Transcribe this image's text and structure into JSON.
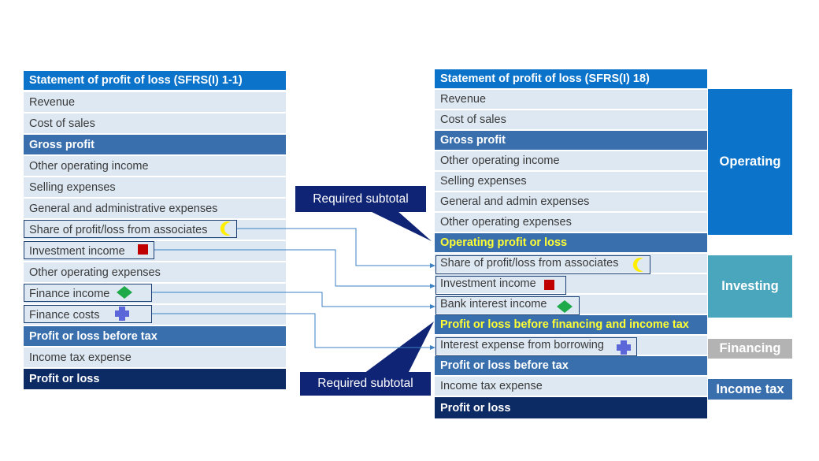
{
  "left_table": {
    "header": "Statement of profit of loss (SFRS(I) 1-1)",
    "rows": [
      "Revenue",
      "Cost of sales",
      "Gross profit",
      "Other operating income",
      "Selling expenses",
      "General and administrative expenses",
      "Share of profit/loss from associates",
      "Investment income",
      "Other operating expenses",
      "Finance income",
      "Finance costs",
      "Profit or loss before tax",
      "Income tax expense",
      "Profit or loss"
    ]
  },
  "right_table": {
    "header": "Statement of profit of loss (SFRS(I) 18)",
    "rows": [
      "Revenue",
      "Cost of sales",
      "Gross profit",
      "Other operating income",
      "Selling expenses",
      "General and admin expenses",
      "Other operating expenses",
      "Operating profit or loss",
      "Share of profit/loss from associates",
      "Investment income",
      "Bank interest income",
      "Profit or loss before financing and income tax",
      "Interest expense from borrowing",
      "Profit or loss before tax",
      "Income tax expense",
      "Profit or loss"
    ]
  },
  "categories": {
    "operating": "Operating",
    "investing": "Investing",
    "financing": "Financing",
    "income_tax": "Income tax"
  },
  "callouts": {
    "top": "Required subtotal",
    "bottom": "Required subtotal"
  },
  "icons": {
    "associates": "yellow-crescent-icon",
    "investment": "red-square-icon",
    "finance_income": "green-diamond-icon",
    "finance_costs": "blue-cross-icon"
  },
  "colors": {
    "header": "#0b73c9",
    "subtotal": "#3a6fae",
    "light_row": "#dde8f3",
    "total": "#0c2a63",
    "operating": "#0b73c9",
    "investing": "#4aa6bd",
    "financing": "#b3b3b3",
    "income_tax": "#3a6fae",
    "callout": "#0f2475",
    "connector": "#3b82c4"
  }
}
